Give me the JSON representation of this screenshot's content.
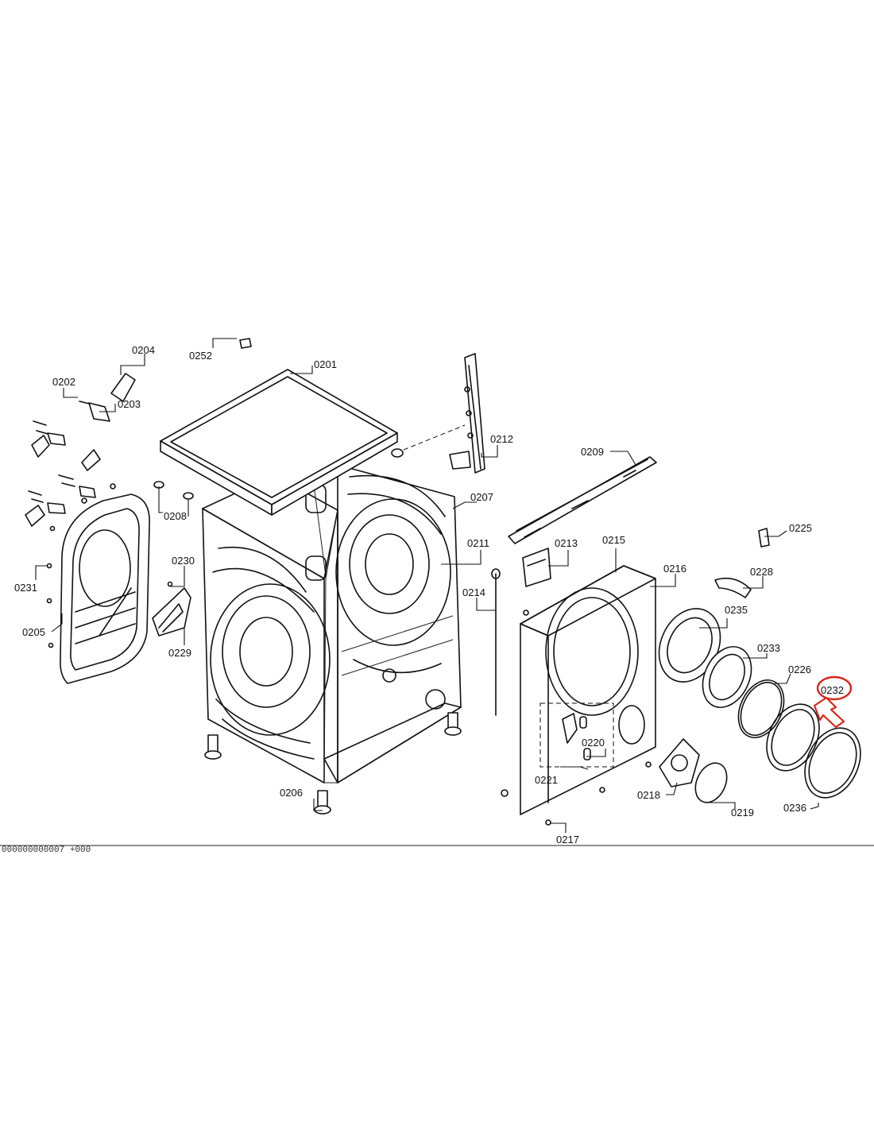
{
  "footer_text": "000000000007  +000",
  "highlight": {
    "part": "0232",
    "color": "#d9261c"
  },
  "parts": [
    "0201",
    "0202",
    "0203",
    "0204",
    "0205",
    "0206",
    "0207",
    "0208",
    "0209",
    "0211",
    "0212",
    "0213",
    "0214",
    "0215",
    "0216",
    "0217",
    "0218",
    "0219",
    "0220",
    "0221",
    "0225",
    "0226",
    "0228",
    "0229",
    "0230",
    "0231",
    "0232",
    "0233",
    "0235",
    "0236",
    "0252"
  ]
}
